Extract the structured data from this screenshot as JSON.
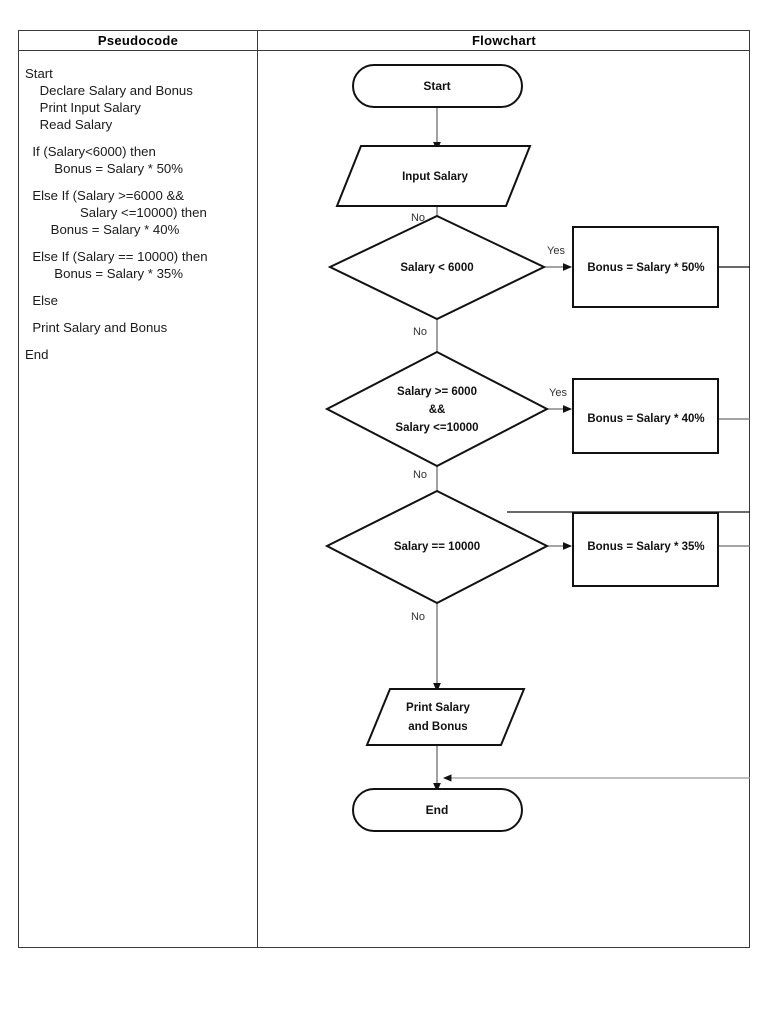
{
  "table": {
    "columns": [
      {
        "id": "pseudocode",
        "header": "Pseudocode"
      },
      {
        "id": "flowchart",
        "header": "Flowchart"
      }
    ]
  },
  "pseudocode": {
    "lines": [
      "Start",
      "    Declare Salary and Bonus",
      "    Print Input Salary",
      "    Read Salary",
      "",
      "  If (Salary<6000) then",
      "        Bonus = Salary * 50%",
      "",
      "  Else If (Salary >=6000 &&",
      "               Salary <=10000) then",
      "       Bonus = Salary * 40%",
      "",
      "  Else If (Salary == 10000) then",
      "        Bonus = Salary * 35%",
      "",
      "  Else",
      "",
      "  Print Salary and Bonus",
      "",
      "End"
    ]
  },
  "flowchart": {
    "nodes": {
      "start": {
        "label": "Start",
        "shape": "terminator"
      },
      "input": {
        "label": "Input Salary",
        "shape": "parallelogram"
      },
      "decision1": {
        "label": "Salary < 6000",
        "shape": "diamond"
      },
      "decision2": {
        "line1": "Salary >= 6000",
        "line2": "&&",
        "line3": "Salary <=10000",
        "shape": "diamond"
      },
      "decision3": {
        "label": "Salary == 10000",
        "shape": "diamond"
      },
      "process1": {
        "label": "Bonus = Salary * 50%",
        "shape": "process"
      },
      "process2": {
        "label": "Bonus = Salary * 40%",
        "shape": "process"
      },
      "process3": {
        "label": "Bonus = Salary * 35%",
        "shape": "process"
      },
      "print": {
        "line1": "Print Salary",
        "line2": "and Bonus",
        "shape": "parallelogram"
      },
      "end": {
        "label": "End",
        "shape": "terminator"
      }
    },
    "edge_labels": {
      "input_to_d1": "No",
      "d1_yes": "Yes",
      "d1_no": "No",
      "d2_yes": "Yes",
      "d2_no": "No",
      "d3_no": "No"
    }
  },
  "colors": {
    "frame_border": "#3a3a3a",
    "shape_stroke": "#111111",
    "connector": "#6e6e6e",
    "connector_light": "#9a9a9a",
    "text": "#111111",
    "background": "#ffffff"
  }
}
